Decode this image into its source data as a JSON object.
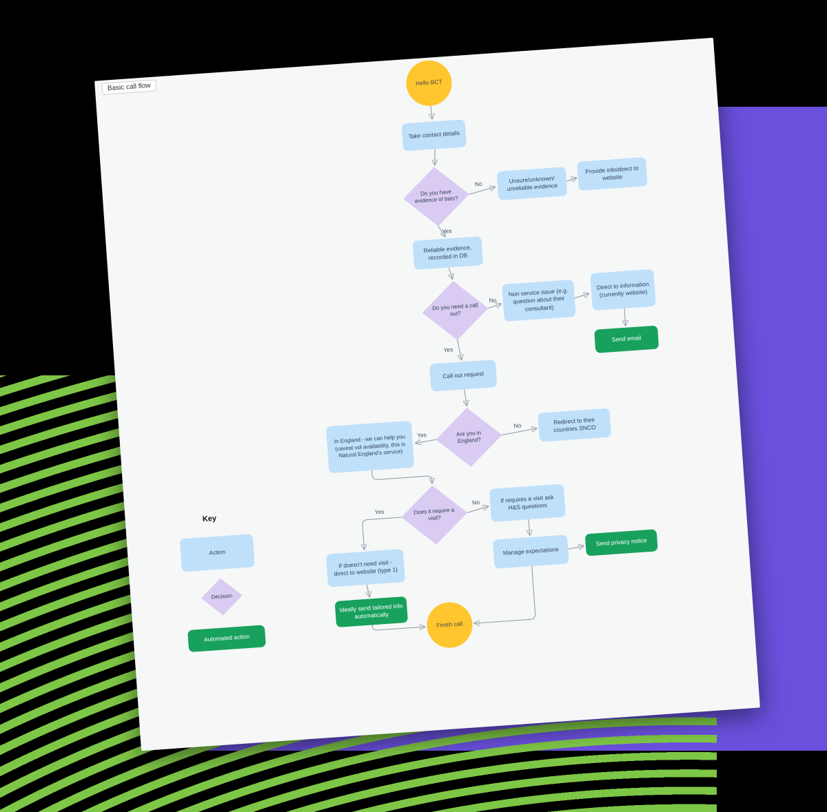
{
  "board": {
    "title_tag": "Basic call flow"
  },
  "legend": {
    "heading": "Key",
    "items": [
      {
        "label": "Action",
        "type": "action"
      },
      {
        "label": "Decision",
        "type": "decision"
      },
      {
        "label": "Automated action",
        "type": "automated"
      }
    ]
  },
  "nodes": {
    "start": {
      "label": "Hello BCT",
      "type": "terminal"
    },
    "take_contact": {
      "label": "Take contact details",
      "type": "action"
    },
    "evidence_q": {
      "label": "Do you have evidence of bats?",
      "type": "decision"
    },
    "unsure": {
      "label": "Unsure/unknown/ unreliable evidence",
      "type": "action"
    },
    "provide_info": {
      "label": "Provide info/direct to website",
      "type": "action"
    },
    "reliable": {
      "label": "Reliable evidence, recorded in DB",
      "type": "action"
    },
    "callout_q": {
      "label": "Do you need a call out?",
      "type": "decision"
    },
    "non_service": {
      "label": "Non service issue (e.g. question about their consultant)",
      "type": "action"
    },
    "direct_info": {
      "label": "Direct to information (currently website)",
      "type": "action"
    },
    "send_email": {
      "label": "Send email",
      "type": "automated"
    },
    "callout_request": {
      "label": "Call out request",
      "type": "action"
    },
    "england_q": {
      "label": "Are you in England?",
      "type": "decision"
    },
    "redirect_snco": {
      "label": "Redirect to their countries SNCO",
      "type": "action"
    },
    "in_england": {
      "label": "In England - we can help you (caveat vol availability, this is Natural England's service)",
      "type": "action"
    },
    "visit_q": {
      "label": "Does it require a visit?",
      "type": "decision"
    },
    "hs_questions": {
      "label": "If requires a visit ask H&S questions",
      "type": "action"
    },
    "manage_expectations": {
      "label": "Manage expectations",
      "type": "action"
    },
    "send_privacy": {
      "label": "Send privacy notice",
      "type": "automated"
    },
    "no_visit": {
      "label": "If doesn't need visit - direct to website (type 1)",
      "type": "action"
    },
    "tailored_info": {
      "label": "Ideally send tailored info automatically",
      "type": "automated"
    },
    "finish": {
      "label": "Finish call",
      "type": "terminal"
    }
  },
  "edge_labels": {
    "evidence_no": "No",
    "evidence_yes": "Yes",
    "callout_no": "No",
    "callout_yes": "Yes",
    "england_no": "No",
    "england_yes": "Yes",
    "visit_no": "No",
    "visit_yes": "Yes"
  },
  "colors": {
    "background": "#000000",
    "purple_block": "#6a50dd",
    "stripes_green": "#7ec646",
    "paper": "#f6f7f7",
    "action_fill": "#bfe0fb",
    "decision_fill": "#d9cbf2",
    "automated_fill": "#17a15d",
    "terminal_fill": "#ffc62f",
    "connector": "#9aa3af"
  }
}
